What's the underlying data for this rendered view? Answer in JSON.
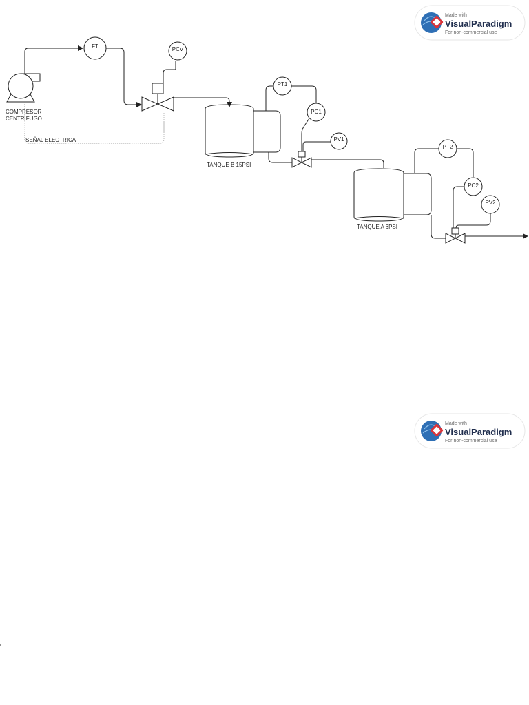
{
  "equipment": {
    "compressor_line1": "COMPRESOR",
    "compressor_line2": "CENTRIFUGO",
    "tank_b": "TANQUE B 15PSI",
    "tank_a": "TANQUE A 6PSI",
    "signal": "SEÑAL ELECTRICA"
  },
  "instruments": {
    "ft": "FT",
    "pcv": "PCV",
    "pt1": "PT1",
    "pc1": "PC1",
    "pv1": "PV1",
    "pt2": "PT2",
    "pc2": "PC2",
    "pv2": "PV2"
  },
  "watermark": {
    "made_with": "Made with",
    "brand": "VisualParadigm",
    "usage": "For non-commercial use"
  },
  "colors": {
    "line": "#222222",
    "signal_line": "#888888",
    "logo_red": "#d9343a",
    "logo_blue": "#2e6fb5"
  }
}
